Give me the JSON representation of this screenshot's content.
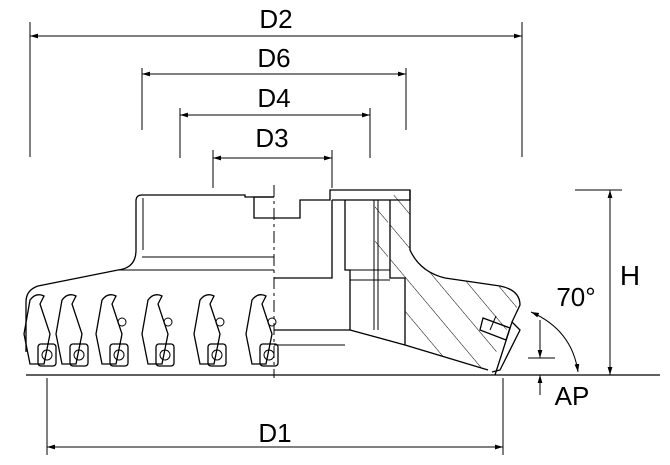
{
  "dimensions": {
    "d2": "D2",
    "d6": "D6",
    "d4": "D4",
    "d3": "D3",
    "d1": "D1",
    "h": "H",
    "angle": "70°",
    "ap": "AP"
  }
}
